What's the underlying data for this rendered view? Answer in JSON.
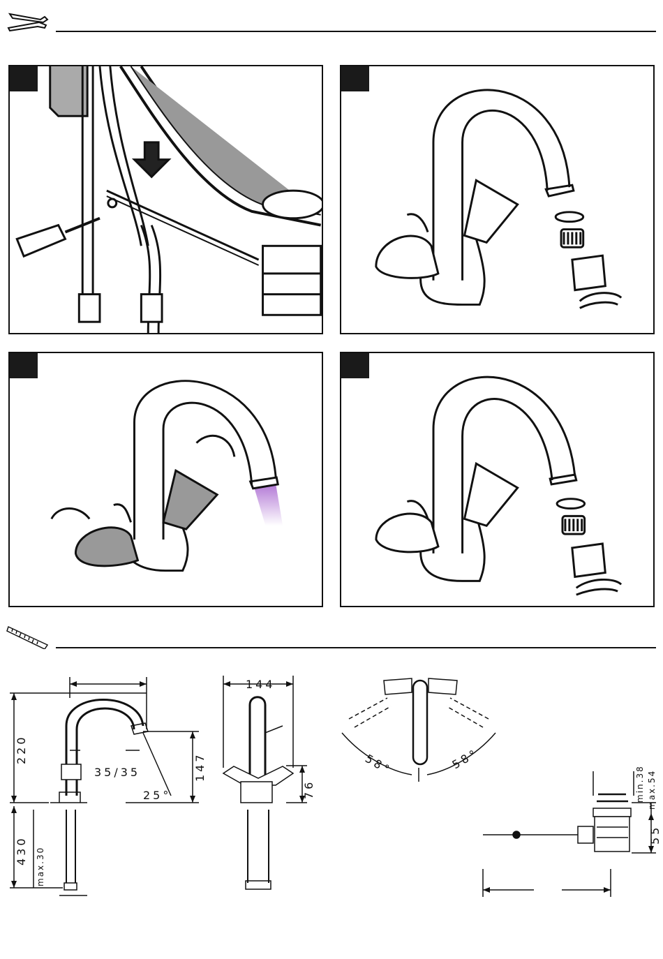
{
  "sections": {
    "tools_icon": "wrench-screwdriver-icon",
    "dimensions_icon": "ruler-icon"
  },
  "steps": [
    {
      "id": 1,
      "marker": "",
      "scene": "waste-rod-installation"
    },
    {
      "id": 2,
      "scene": "aerator-removal"
    },
    {
      "id": 3,
      "scene": "flush-open-handles"
    },
    {
      "id": 4,
      "scene": "aerator-reinstall"
    }
  ],
  "dimensions": {
    "front": {
      "height_spout": "220",
      "below_deck": "430",
      "max_deck": "max.30",
      "handle_offset": "35/35",
      "outlet_height": "147",
      "angle": "25°"
    },
    "side": {
      "projection": "144",
      "handle_height": "76"
    },
    "top": {
      "angle_left": "58°",
      "angle_right": "58°"
    },
    "waste": {
      "min": "min.38",
      "max": "max.54",
      "depth": "55"
    }
  }
}
